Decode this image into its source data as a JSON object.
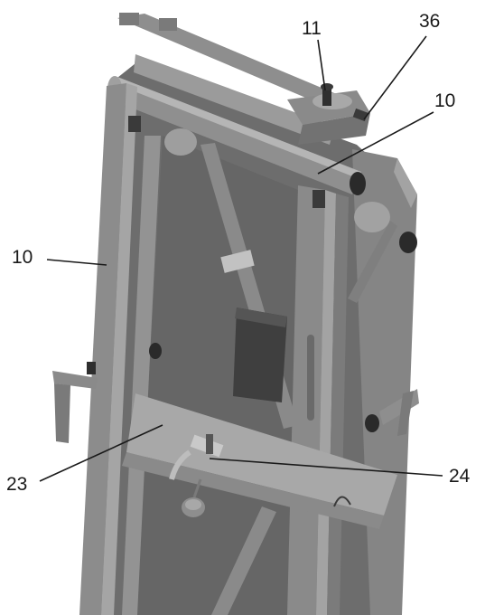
{
  "callouts": [
    {
      "id": "11",
      "label": "11"
    },
    {
      "id": "36",
      "label": "36"
    },
    {
      "id": "10-top",
      "label": "10"
    },
    {
      "id": "10-left",
      "label": "10"
    },
    {
      "id": "23",
      "label": "23"
    },
    {
      "id": "24",
      "label": "24"
    }
  ],
  "colors": {
    "frame_light": "#9a9a9a",
    "frame_mid": "#7d7d7d",
    "frame_dark": "#5e5e5e",
    "panel": "#6f6f6f",
    "label": "#1a1a1a",
    "background": "#ffffff"
  }
}
